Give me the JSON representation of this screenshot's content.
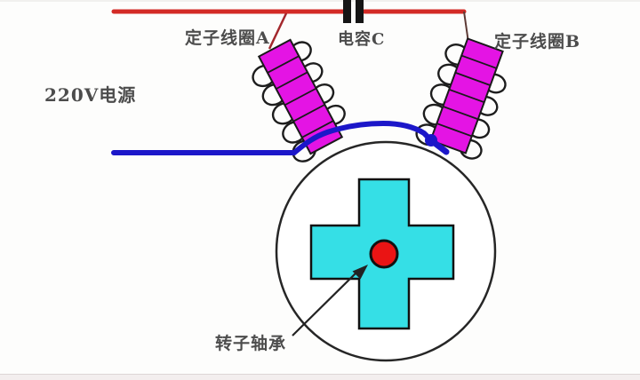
{
  "meta": {
    "type": "circuit-diagram",
    "description": "Single-phase 220V AC motor wiring diagram with starting capacitor, two stator coils and rotor bearing"
  },
  "labels": {
    "power_source": "220V电源",
    "stator_coil_a": "定子线圈A",
    "capacitor": "电容C",
    "stator_coil_b": "定子线圈B",
    "rotor_bearing": "转子轴承"
  },
  "colors": {
    "live_wire": "#d32b26",
    "connector_a": "#a3282d",
    "connector_b": "#5d3a35",
    "neutral_wire": "#1c17c9",
    "coil_fill": "#e414e4",
    "rotor_fill": "#35dfe6",
    "bearing_fill": "#ea1414",
    "outline": "#1c1c1c",
    "label_text": "#4c4c4c"
  }
}
